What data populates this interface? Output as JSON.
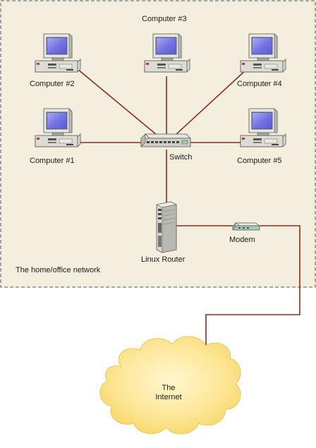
{
  "network": {
    "label": "The home/office network",
    "switch_label": "Switch",
    "router_label": "Linux Router",
    "modem_label": "Modem",
    "computers": [
      {
        "label": "Computer #1"
      },
      {
        "label": "Computer #2"
      },
      {
        "label": "Computer #3"
      },
      {
        "label": "Computer #4"
      },
      {
        "label": "Computer #5"
      }
    ]
  },
  "internet": {
    "line1": "The",
    "line2": "Internet"
  },
  "colors": {
    "region_fill": "#f3eede",
    "region_border": "#555555",
    "cable": "#8b2b22",
    "cloud_fill": "#fde58a",
    "monitor_screen": "#6f6fe0",
    "device_body": "#d8d8d0"
  }
}
